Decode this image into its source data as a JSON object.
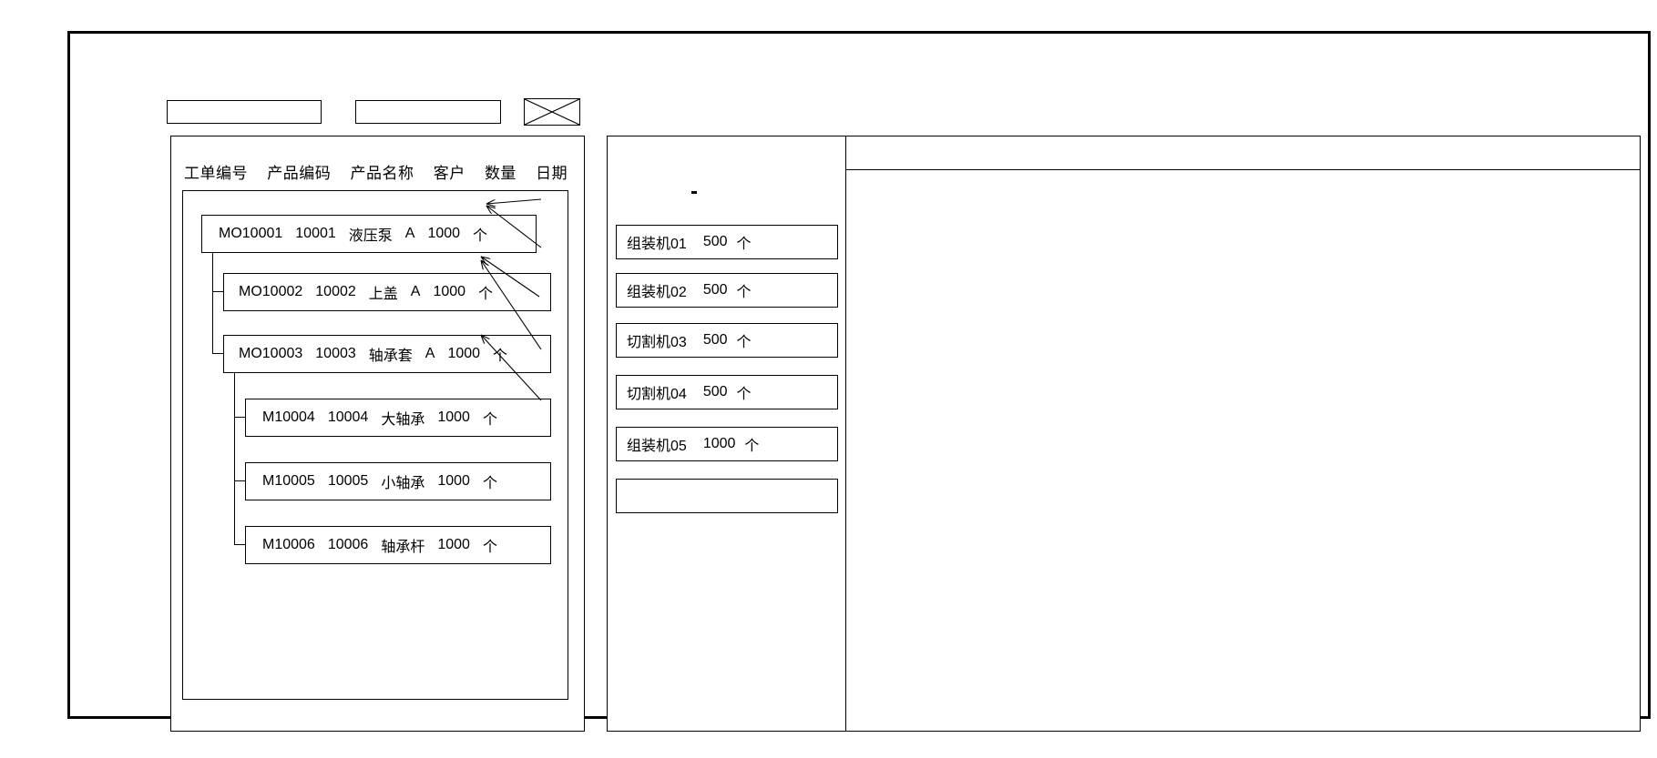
{
  "toolbar": {
    "field_1_value": "",
    "field_1_placeholder": "",
    "field_2_value": "",
    "field_2_placeholder": "",
    "image_placeholder_label": "image-placeholder"
  },
  "left_panel": {
    "columns": [
      "工单编号",
      "产品编码",
      "产品名称",
      "客户",
      "数量",
      "日期"
    ],
    "nodes": [
      {
        "order_no": "MO10001",
        "product_code": "10001",
        "product_name": "液压泵",
        "customer": "A",
        "quantity": "1000",
        "unit": "个",
        "level": 0
      },
      {
        "order_no": "MO10002",
        "product_code": "10002",
        "product_name": "上盖",
        "customer": "A",
        "quantity": "1000",
        "unit": "个",
        "level": 1
      },
      {
        "order_no": "MO10003",
        "product_code": "10003",
        "product_name": "轴承套",
        "customer": "A",
        "quantity": "1000",
        "unit": "个",
        "level": 1
      },
      {
        "order_no": "M10004",
        "product_code": "10004",
        "product_name": "大轴承",
        "customer": "",
        "quantity": "1000",
        "unit": "个",
        "level": 2
      },
      {
        "order_no": "M10005",
        "product_code": "10005",
        "product_name": "小轴承",
        "customer": "",
        "quantity": "1000",
        "unit": "个",
        "level": 2
      },
      {
        "order_no": "M10006",
        "product_code": "10006",
        "product_name": "轴承杆",
        "customer": "",
        "quantity": "1000",
        "unit": "个",
        "level": 2
      }
    ]
  },
  "middle_panel": {
    "machines": [
      {
        "name": "组装机01",
        "quantity": "500",
        "unit": "个"
      },
      {
        "name": "组装机02",
        "quantity": "500",
        "unit": "个"
      },
      {
        "name": "切割机03",
        "quantity": "500",
        "unit": "个"
      },
      {
        "name": "切割机04",
        "quantity": "500",
        "unit": "个"
      },
      {
        "name": "组装机05",
        "quantity": "1000",
        "unit": "个"
      },
      {
        "name": "",
        "quantity": "",
        "unit": ""
      }
    ]
  },
  "right_panel": {
    "header_text": "",
    "body_text": ""
  },
  "colors": {
    "stroke": "#000000",
    "background": "#ffffff"
  }
}
